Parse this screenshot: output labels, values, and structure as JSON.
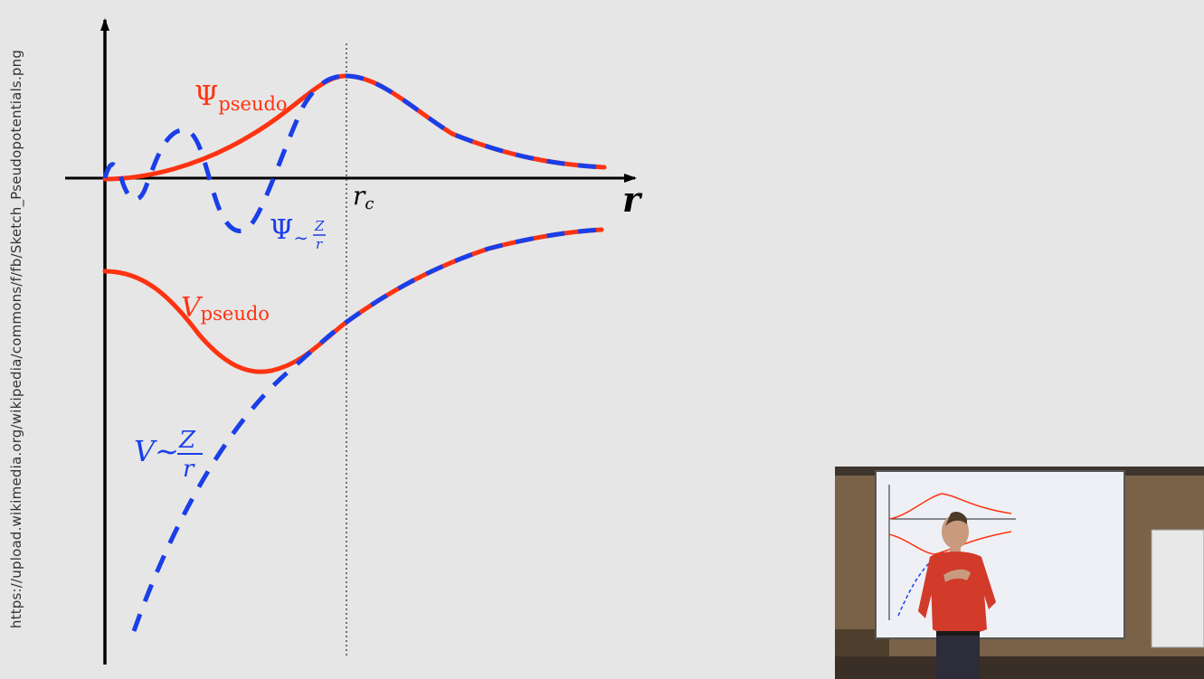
{
  "source_url": "https://upload.wikimedia.org/wikipedia/commons/f/fb/Sketch_Pseudopotentials.png",
  "labels": {
    "psi_pseudo_main": "Ψ",
    "psi_pseudo_sub": "pseudo",
    "psi_coulomb_main": "Ψ",
    "psi_coulomb_sub": "∼",
    "v_pseudo_main": "V",
    "v_pseudo_sub": "pseudo",
    "v_coulomb_main": "V∼",
    "frac_num": "Z",
    "frac_den": "r",
    "r_axis": "r",
    "rc_main": "r",
    "rc_sub": "c"
  },
  "colors": {
    "pseudo": "#ff3311",
    "coulomb": "#1a3ee8",
    "axis": "#000000",
    "background": "#e6e6e6"
  },
  "inset": {
    "description_icon": "presenter-video-icon"
  }
}
